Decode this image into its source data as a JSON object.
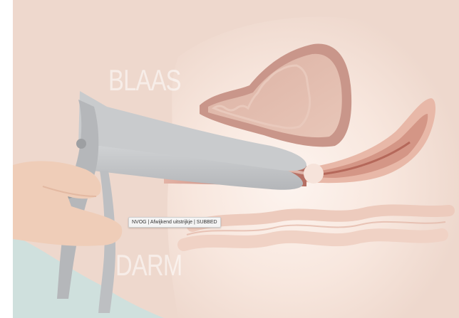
{
  "labels": {
    "bladder": "BLAAS",
    "bowel": "DARM"
  },
  "caption": "NVOG | Afwijkend uitstrijkje | SUBBED",
  "colors": {
    "background": "#eed8cd",
    "tissue_light": "#fbefe8",
    "tissue_mid": "#f3ddd2",
    "organ_wall": "#c9968a",
    "bladder_fill": "#d9aea0",
    "canal": "#c47f72",
    "speculum": "#c4c6c8",
    "speculum_dark": "#9d9fa2",
    "hand": "#efcdb8",
    "bed": "#cfe0dd",
    "intestine": "#f2d6cb"
  }
}
